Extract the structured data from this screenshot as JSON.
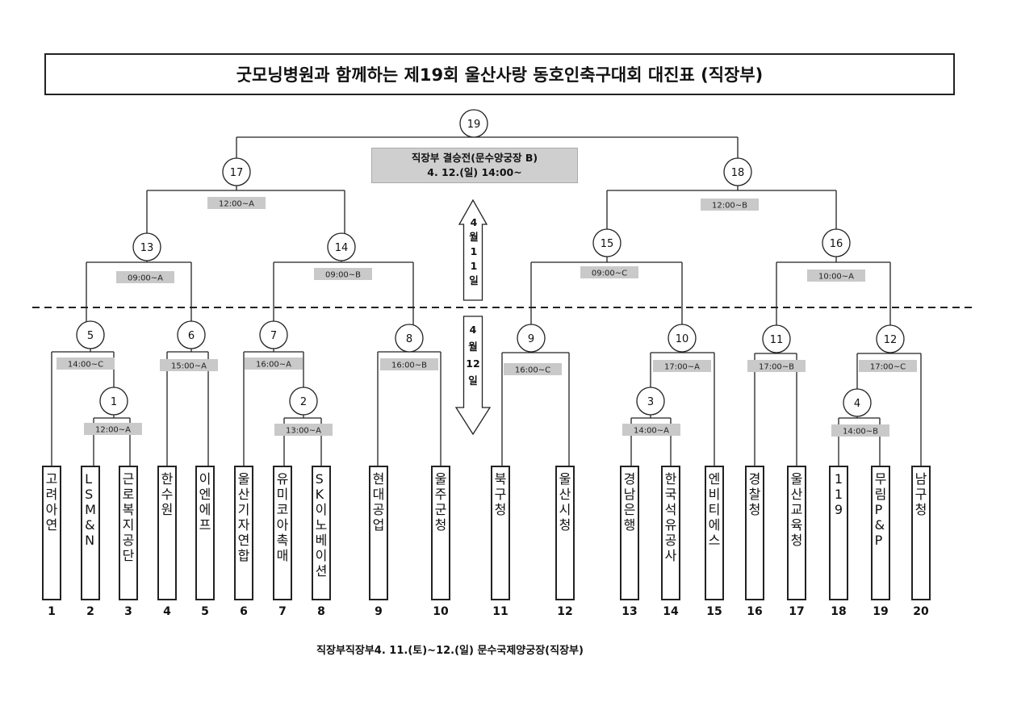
{
  "title": "굿모닝병원과 함께하는 제19회 울산사랑 동호인축구대회 대진표 (직장부)",
  "final": {
    "line1": "직장부 결승전(문수양궁장 B)",
    "line2": "4. 12.(일) 14:00~"
  },
  "day_labels": {
    "day1": "4 월 1 1 일",
    "day2": "4 월 12 일"
  },
  "footer": "직장부직장부4. 11.(토)~12.(일)  문수국제양궁장(직장부)",
  "matches": [
    {
      "id": "1",
      "time": "12:00~A"
    },
    {
      "id": "2",
      "time": "13:00~A"
    },
    {
      "id": "3",
      "time": "14:00~A"
    },
    {
      "id": "4",
      "time": "14:00~B"
    },
    {
      "id": "5",
      "time": "14:00~C"
    },
    {
      "id": "6",
      "time": "15:00~A"
    },
    {
      "id": "7",
      "time": "16:00~A"
    },
    {
      "id": "8",
      "time": "16:00~B"
    },
    {
      "id": "9",
      "time": "16:00~C"
    },
    {
      "id": "10",
      "time": "17:00~A"
    },
    {
      "id": "11",
      "time": "17:00~B"
    },
    {
      "id": "12",
      "time": "17:00~C"
    },
    {
      "id": "13",
      "time": "09:00~A"
    },
    {
      "id": "14",
      "time": "09:00~B"
    },
    {
      "id": "15",
      "time": "09:00~C"
    },
    {
      "id": "16",
      "time": "10:00~A"
    },
    {
      "id": "17",
      "time": "12:00~A"
    },
    {
      "id": "18",
      "time": "12:00~B"
    },
    {
      "id": "19",
      "time": ""
    }
  ],
  "teams": [
    {
      "seed": "1",
      "name": "고려아연"
    },
    {
      "seed": "2",
      "name": "LSM&N"
    },
    {
      "seed": "3",
      "name": "근로복지공단"
    },
    {
      "seed": "4",
      "name": "한수원"
    },
    {
      "seed": "5",
      "name": "이엔에프"
    },
    {
      "seed": "6",
      "name": "울산기자연합"
    },
    {
      "seed": "7",
      "name": "유미코아촉매"
    },
    {
      "seed": "8",
      "name": "SK이노베이션"
    },
    {
      "seed": "9",
      "name": "현대공업"
    },
    {
      "seed": "10",
      "name": "울주군청"
    },
    {
      "seed": "11",
      "name": "북구청"
    },
    {
      "seed": "12",
      "name": "울산시청"
    },
    {
      "seed": "13",
      "name": "경남은행"
    },
    {
      "seed": "14",
      "name": "한국석유공사"
    },
    {
      "seed": "15",
      "name": "엔비티에스"
    },
    {
      "seed": "16",
      "name": "경찰청"
    },
    {
      "seed": "17",
      "name": "울산교육청"
    },
    {
      "seed": "18",
      "name": "119"
    },
    {
      "seed": "19",
      "name": "무림P&P"
    },
    {
      "seed": "20",
      "name": "남구청"
    }
  ]
}
